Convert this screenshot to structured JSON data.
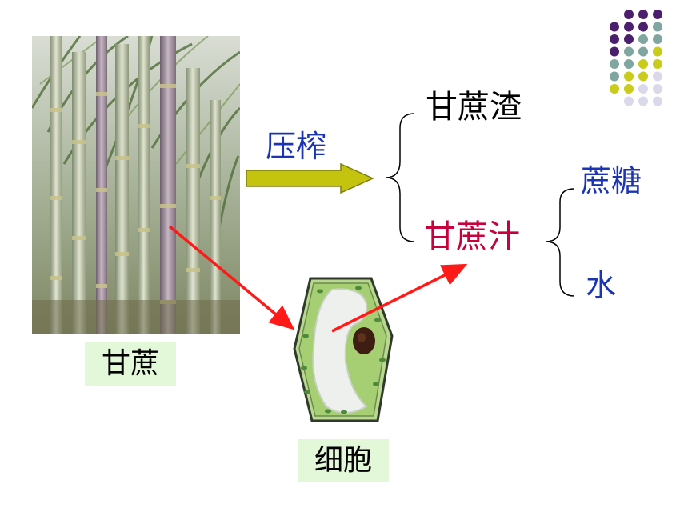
{
  "labels": {
    "sugarcane": "甘蔗",
    "press": "压榨",
    "bagasse": "甘蔗渣",
    "juice": "甘蔗汁",
    "sucrose": "蔗糖",
    "water": "水",
    "cell": "细胞"
  },
  "colors": {
    "black_text": "#000000",
    "blue_text": "#1a34b4",
    "crimson_text": "#c8003c",
    "arrow_fill": "#c4c40e",
    "pointer_red": "#ff1a1a",
    "label_box_bg": "#e3f8d8",
    "dot_purple": "#4b1e6e",
    "dot_teal": "#7fa6a0",
    "dot_yellow": "#c9cc1a",
    "dot_lavender": "#d9d9ea"
  },
  "icons": [
    "sugarcane-photo",
    "plant-cell-illustration",
    "decorative-dot-grid"
  ]
}
